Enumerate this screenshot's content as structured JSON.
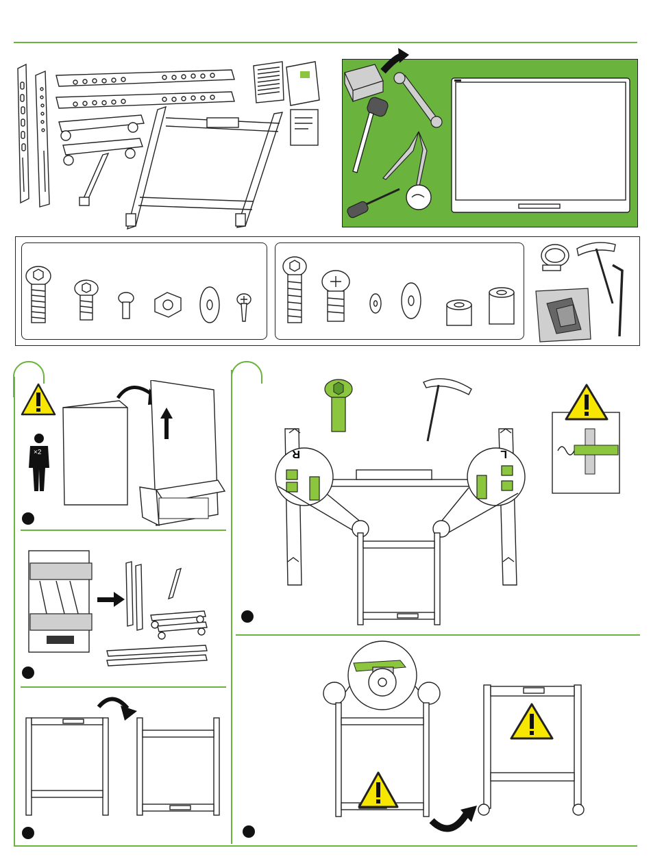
{
  "colors": {
    "accent_green": "#6ab43e",
    "tool_panel_green": "#6ab43e",
    "highlight_green": "#8cc63f",
    "warning_yellow": "#f7e600"
  },
  "icons": {
    "warning": "warning-triangle-icon",
    "people_count": "two-person-lift-icon",
    "rotate": "rotate-arrow-icon",
    "move": "arrow-right-icon",
    "step_marker": "step-dot-icon"
  },
  "labels": {
    "two_person": "×2",
    "left_marker": "L",
    "right_marker": "R"
  }
}
